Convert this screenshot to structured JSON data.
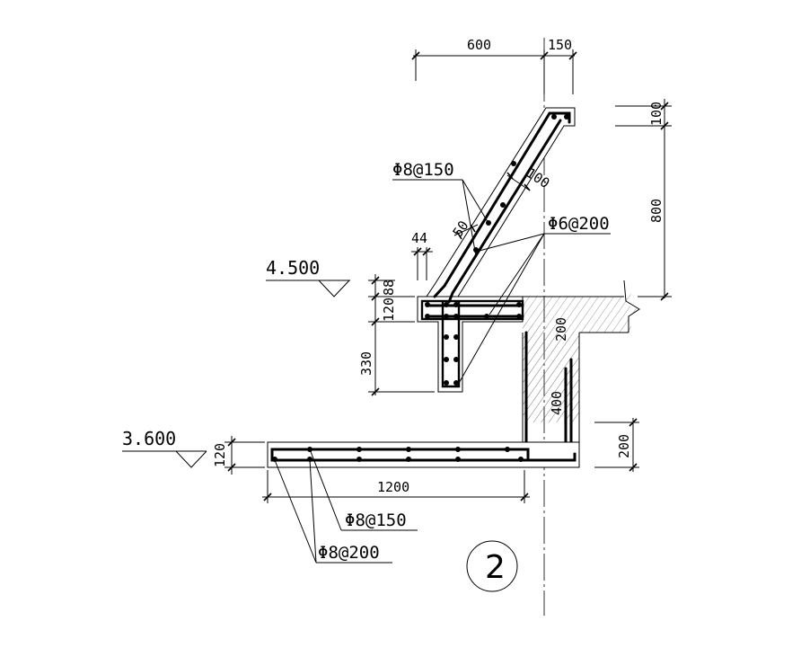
{
  "dimensions": {
    "top_width": "600",
    "top_edge": "150",
    "slab_offset": "100",
    "cover_thickness": "50",
    "upper_height": "100",
    "wall_height": "800",
    "gap": "44",
    "beam_top": "88",
    "beam_depth": "120",
    "beam_drop": "330",
    "wall_upper": "200",
    "wall_lower": "400",
    "step_height": "200",
    "lower_slab": "120",
    "lower_width": "1200"
  },
  "rebar_labels": {
    "diag_rebar": "Φ8@150",
    "stirrup_rebar": "Φ6@200",
    "lower_main": "Φ8@150",
    "lower_dist": "Φ8@200"
  },
  "elevations": {
    "upper": "4.500",
    "lower": "3.600"
  },
  "detail_number": "2"
}
